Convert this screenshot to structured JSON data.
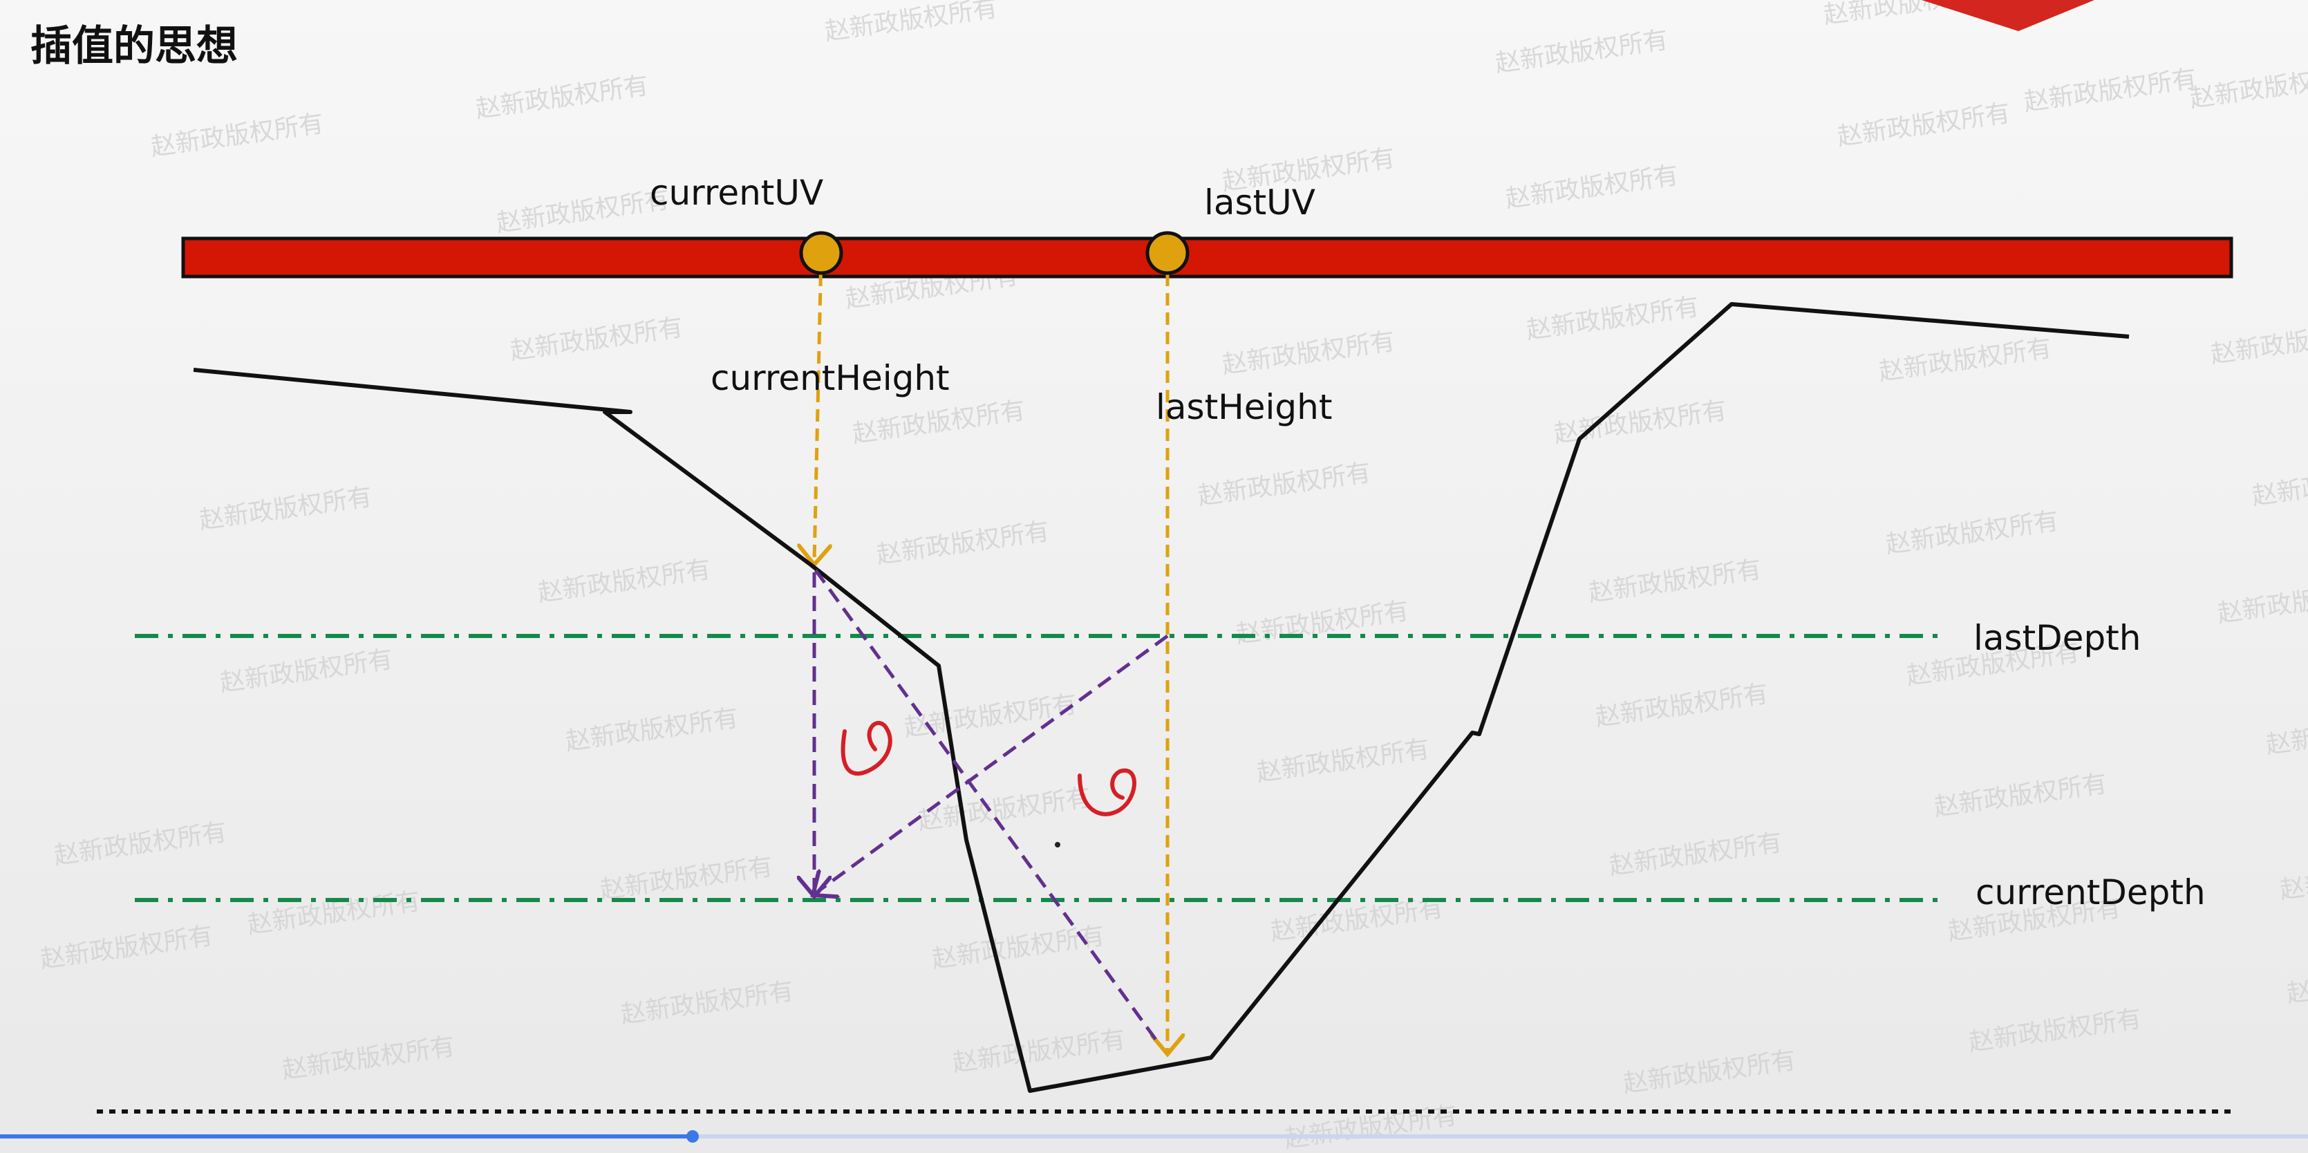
{
  "slide": {
    "title": "插值的思想",
    "watermark": "赵新政版权所有"
  },
  "labels": {
    "current_uv": "currentUV",
    "last_uv": "lastUV",
    "current_height": "currentHeight",
    "last_height": "lastHeight",
    "last_depth": "lastDepth",
    "current_depth": "currentDepth",
    "marker": "U"
  },
  "colors": {
    "uv_bar": "#d41604",
    "uv_point": "#e0a10f",
    "height_arrow": "#e0a10f",
    "depth_line": "#138a4b",
    "interp_arrow": "#62308f",
    "terrain": "#111111",
    "marker": "#d51f26",
    "corner_shape": "#d2261e"
  },
  "video_progress": {
    "fraction": 0.3
  }
}
